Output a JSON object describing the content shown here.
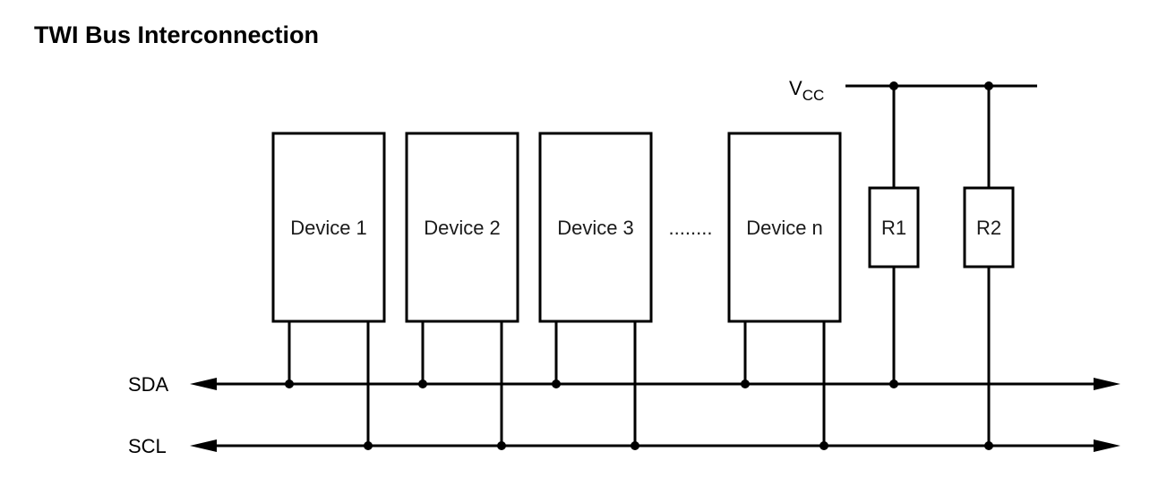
{
  "title": "TWI Bus Interconnection",
  "vcc": {
    "main": "V",
    "sub": "CC"
  },
  "buses": {
    "sda": "SDA",
    "scl": "SCL"
  },
  "devices": [
    "Device 1",
    "Device 2",
    "Device 3",
    "Device n"
  ],
  "ellipsis": "........",
  "resistors": [
    "R1",
    "R2"
  ]
}
